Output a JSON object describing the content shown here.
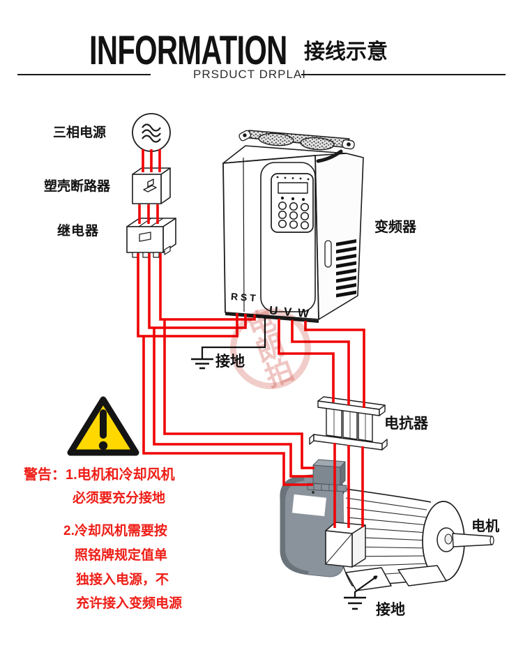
{
  "header": {
    "title": "INFORMATION",
    "subtitle_cn": "接线示意",
    "subtitle_en": "PRSDUCT DRPLAI"
  },
  "labels": {
    "power_source": "三相电源",
    "breaker": "塑壳断路器",
    "relay": "继电器",
    "inverter": "变频器",
    "ground_top": "接地",
    "reactor": "电抗器",
    "motor": "电机",
    "ground_bottom": "接地",
    "input_terminals": "R S T",
    "output_terminals": "U V W"
  },
  "warning": {
    "line1": "警告：1.电机和冷却风机",
    "line2": "必须要充分接地",
    "line3": "2.冷却风机需要按",
    "line4": "照铭牌规定值单",
    "line5": "独接入电源，不",
    "line6": "充许接入变频电源"
  },
  "watermark_text": "电朗拍",
  "colors": {
    "wire_red": "#f00202",
    "warning_red": "#ee1d16",
    "triangle_yellow": "#ffd800"
  }
}
